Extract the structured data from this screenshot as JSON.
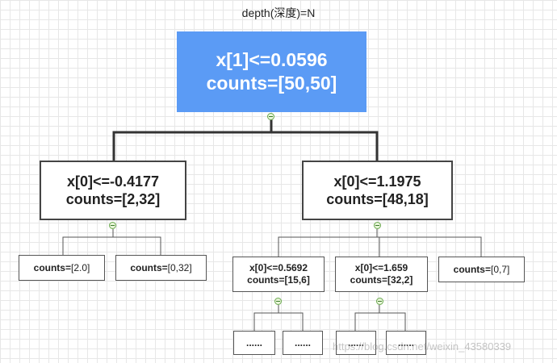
{
  "title": "depth(深度)=N",
  "root": {
    "line1": "x[1]<=0.0596",
    "line2": "counts=[50,50]"
  },
  "left": {
    "line1": "x[0]<=-0.4177",
    "line2": "counts=[2,32]"
  },
  "right": {
    "line1": "x[0]<=1.1975",
    "line2": "counts=[48,18]"
  },
  "leaves": {
    "ll": {
      "label": "counts=",
      "value": "[2.0]"
    },
    "lr": {
      "label": "counts=",
      "value": "[0,32]"
    },
    "r1": {
      "line1": "x[0]<=0.5692",
      "line2": "counts=[15,6]"
    },
    "r2": {
      "line1": "x[0]<=1.659",
      "line2": "counts=[32,2]"
    },
    "r3": {
      "label": "counts=",
      "value": "[0,7]"
    }
  },
  "dots": [
    "......",
    "......",
    "......",
    "......"
  ],
  "watermark": "https://blog.csdn.net/weixin_43580339"
}
